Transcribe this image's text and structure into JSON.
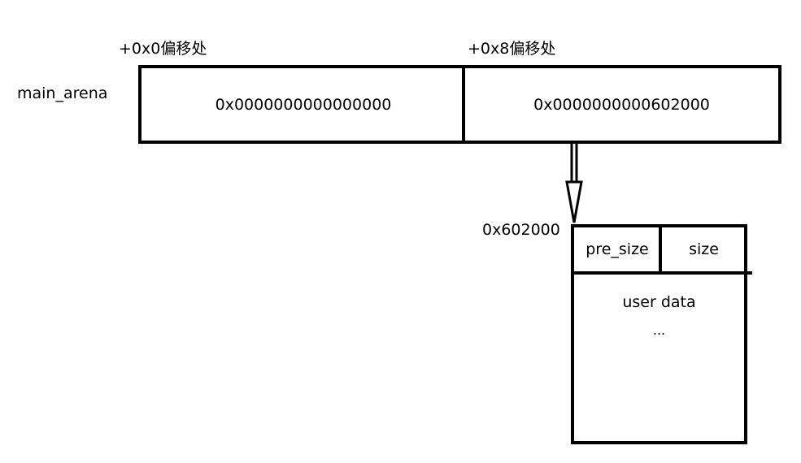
{
  "main_arena": {
    "label": "main_arena",
    "offset_0_label": "+0x0偏移处",
    "offset_8_label": "+0x8偏移处",
    "slot_0_value": "0x0000000000000000",
    "slot_8_value": "0x0000000000602000"
  },
  "chunk": {
    "address_label": "0x602000",
    "pre_size_label": "pre_size",
    "size_label": "size",
    "user_data_label": "user data",
    "ellipsis": "..."
  }
}
